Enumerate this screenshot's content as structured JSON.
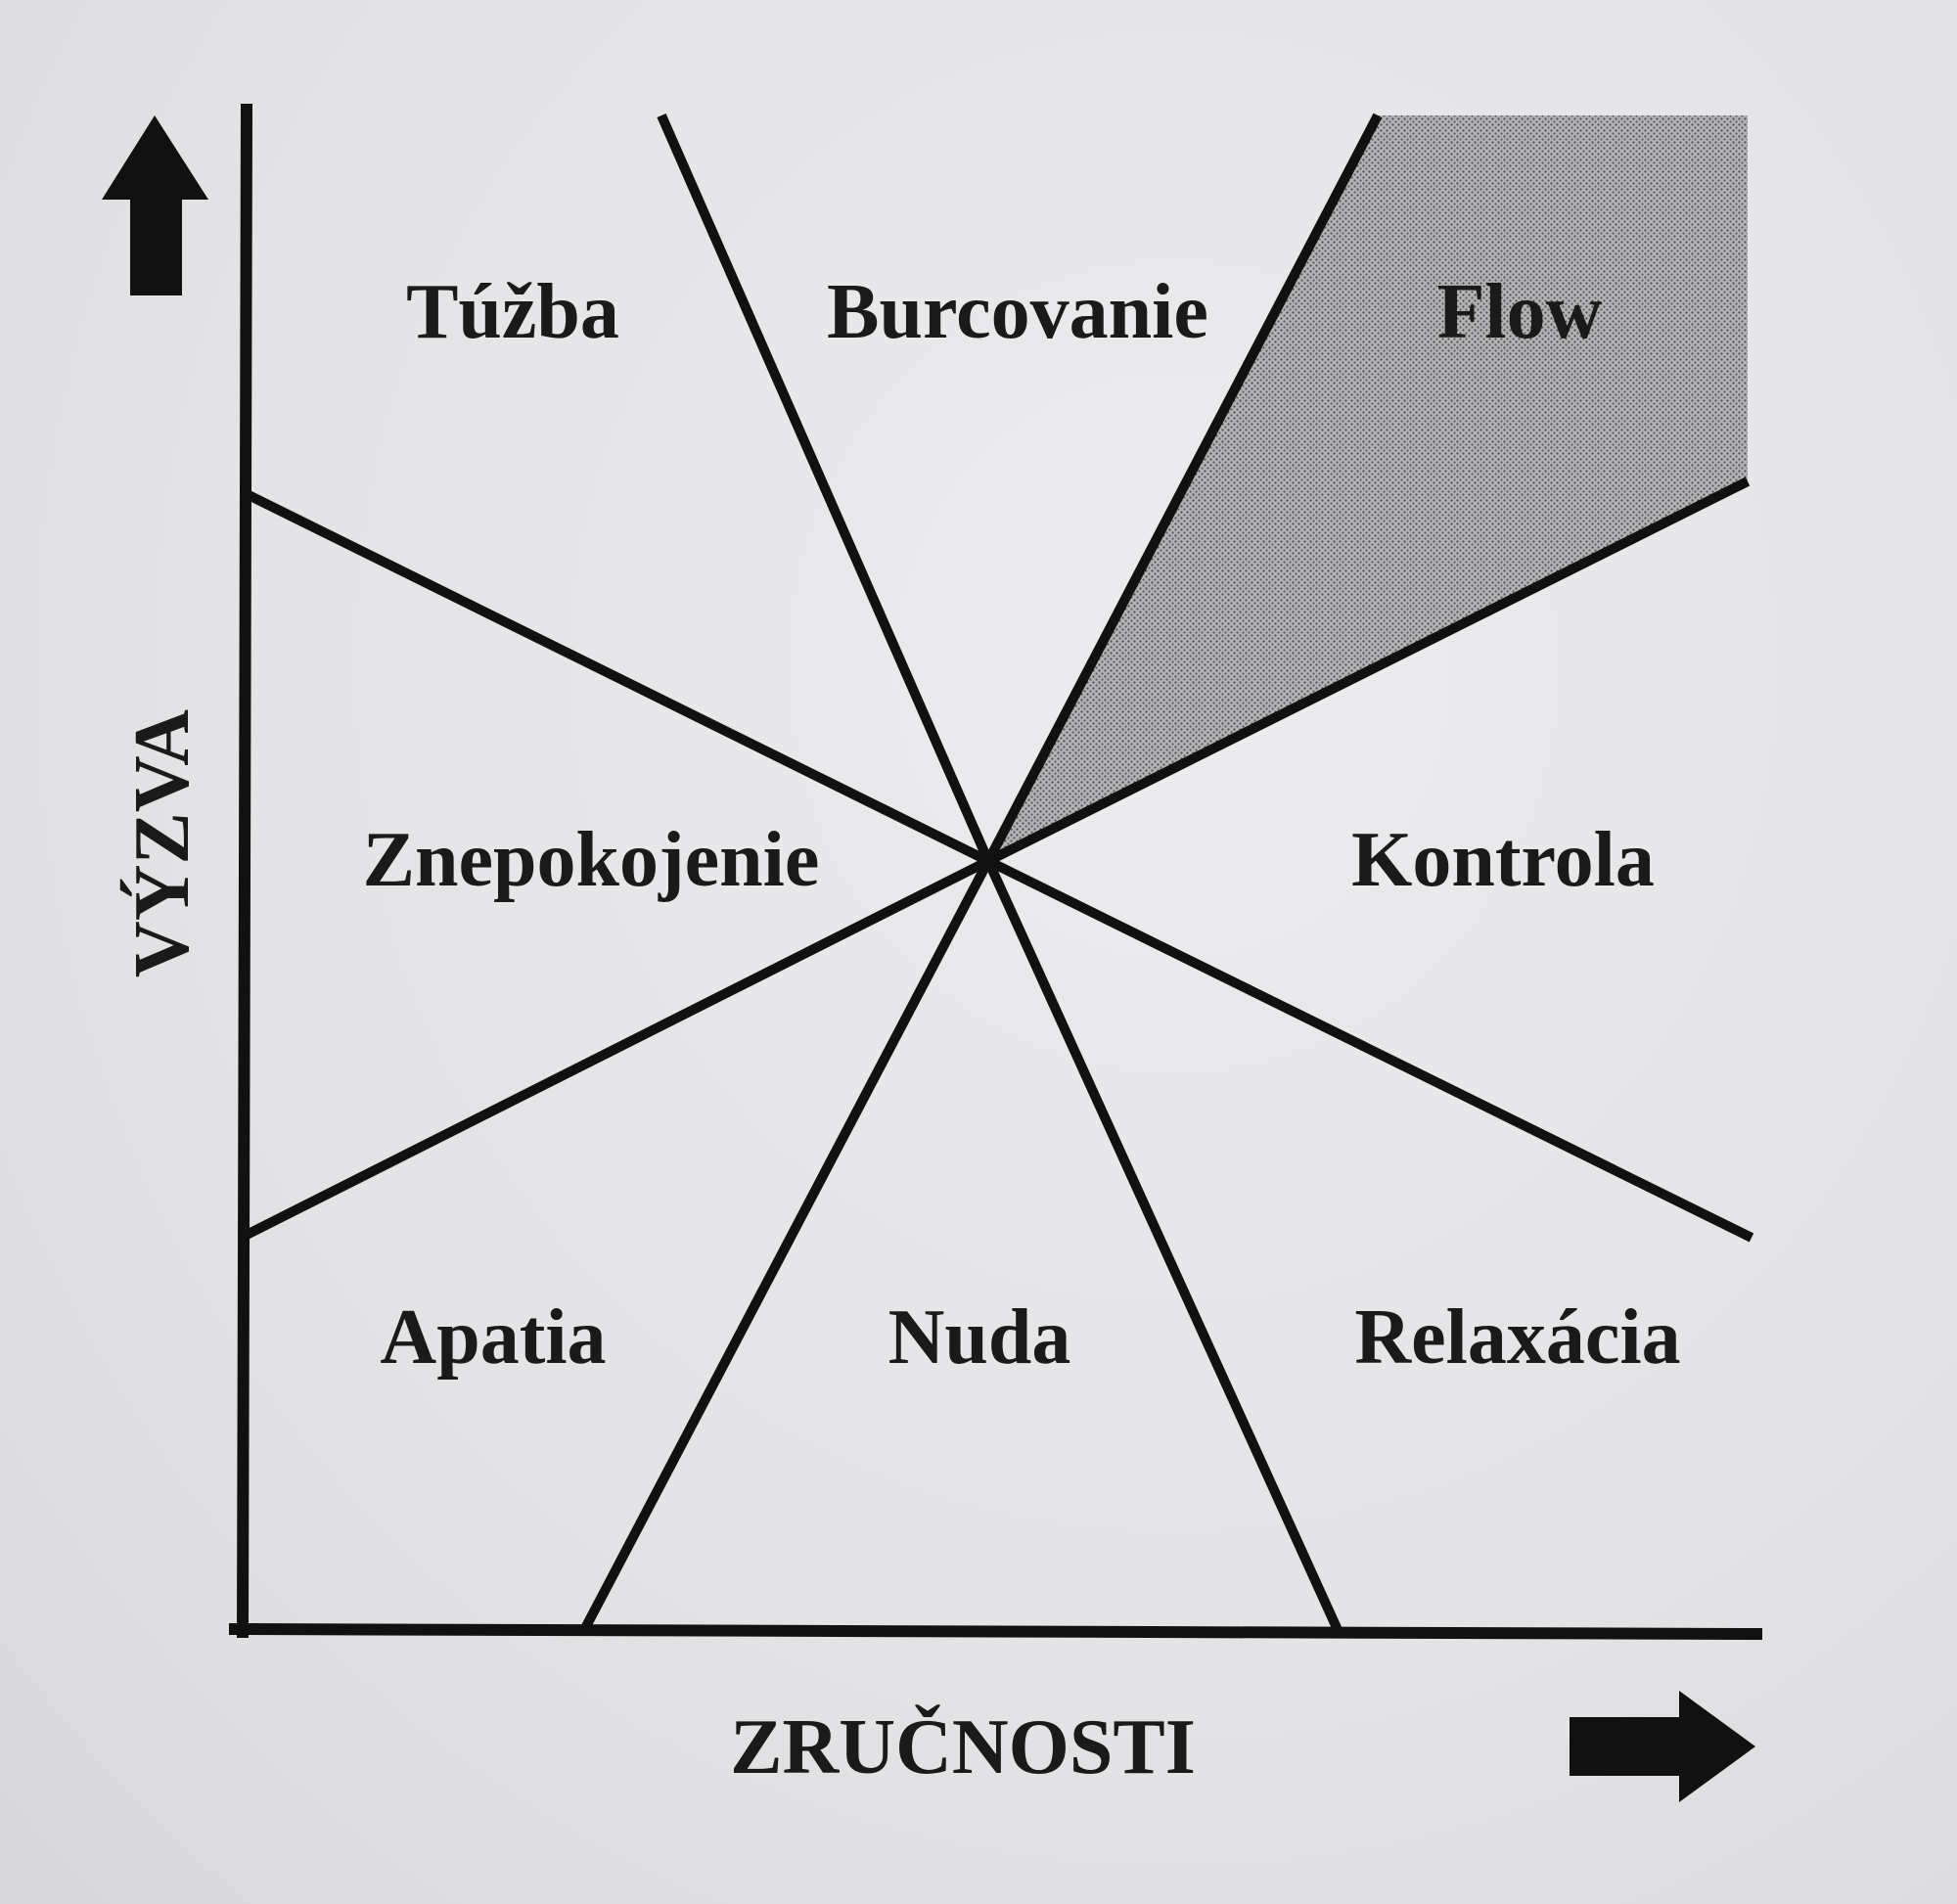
{
  "diagram": {
    "axes": {
      "y_label": "VÝZVA",
      "x_label": "ZRUČNOSTI"
    },
    "regions": {
      "tuzba": "Túžba",
      "burcovanie": "Burcovanie",
      "flow": "Flow",
      "znepokojenie": "Znepokojenie",
      "kontrola": "Kontrola",
      "apatia": "Apatia",
      "nuda": "Nuda",
      "relaxacia": "Relaxácia"
    },
    "highlighted_region": "flow",
    "colors": {
      "line": "#111111",
      "flow_fill": "#a9a9ab",
      "text": "#1a1a1a"
    },
    "icons": {
      "y_axis_arrow": "arrow-up-icon",
      "x_axis_arrow": "arrow-right-icon"
    }
  }
}
